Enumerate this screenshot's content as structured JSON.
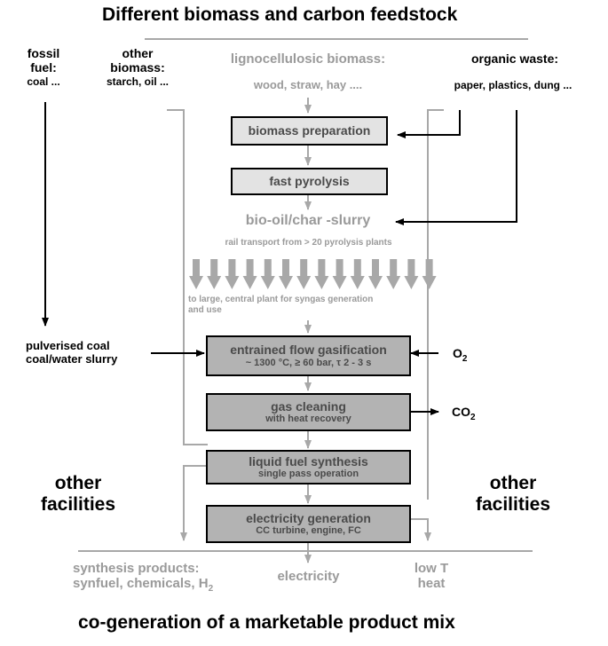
{
  "title": "Different biomass and carbon feedstock",
  "footer_title": "co-generation of a marketable product mix",
  "feedstocks": {
    "fossil": [
      "fossil",
      "fuel:",
      "coal ..."
    ],
    "other_biomass": [
      "other",
      "biomass:",
      "starch, oil ..."
    ],
    "lignocellulosic": "lignocellulosic biomass:",
    "lignocellulosic_examples": "wood, straw, hay ....",
    "organic_waste": "organic waste:",
    "organic_waste_examples": "paper, plastics, dung ..."
  },
  "steps": {
    "preparation": "biomass preparation",
    "pyrolysis": "fast pyrolysis",
    "slurry": "bio-oil/char -slurry",
    "transport": "rail transport from > 20 pyrolysis plants",
    "central_plant": [
      "to large, central plant for syngas generation",
      "and use"
    ],
    "gasification": "entrained flow gasification",
    "gasification_detail": "~ 1300 °C, ≥ 60 bar, τ 2 - 3 s",
    "cleaning": "gas cleaning",
    "cleaning_detail": "with heat recovery",
    "synthesis": "liquid fuel synthesis",
    "synthesis_detail": "single pass operation",
    "electricity_gen": "electricity generation",
    "electricity_gen_detail": "CC turbine, engine, FC"
  },
  "inputs": {
    "coal": [
      "pulverised coal",
      "coal/water slurry"
    ],
    "o2": "O",
    "o2_sub": "2",
    "co2": "CO",
    "co2_sub": "2"
  },
  "other_facilities": [
    "other",
    "facilities"
  ],
  "outputs": {
    "synthesis_products": "synthesis products:",
    "synthesis_list": "synfuel, chemicals, H",
    "synthesis_list_sub": "2",
    "electricity": "electricity",
    "heat": [
      "low T",
      "heat"
    ]
  },
  "colors": {
    "grey_text": "#9a9a9a",
    "grey_line": "#a8a8a8",
    "box_light": "#e3e3e3",
    "box_dark": "#b3b3b3",
    "black": "#000000"
  }
}
